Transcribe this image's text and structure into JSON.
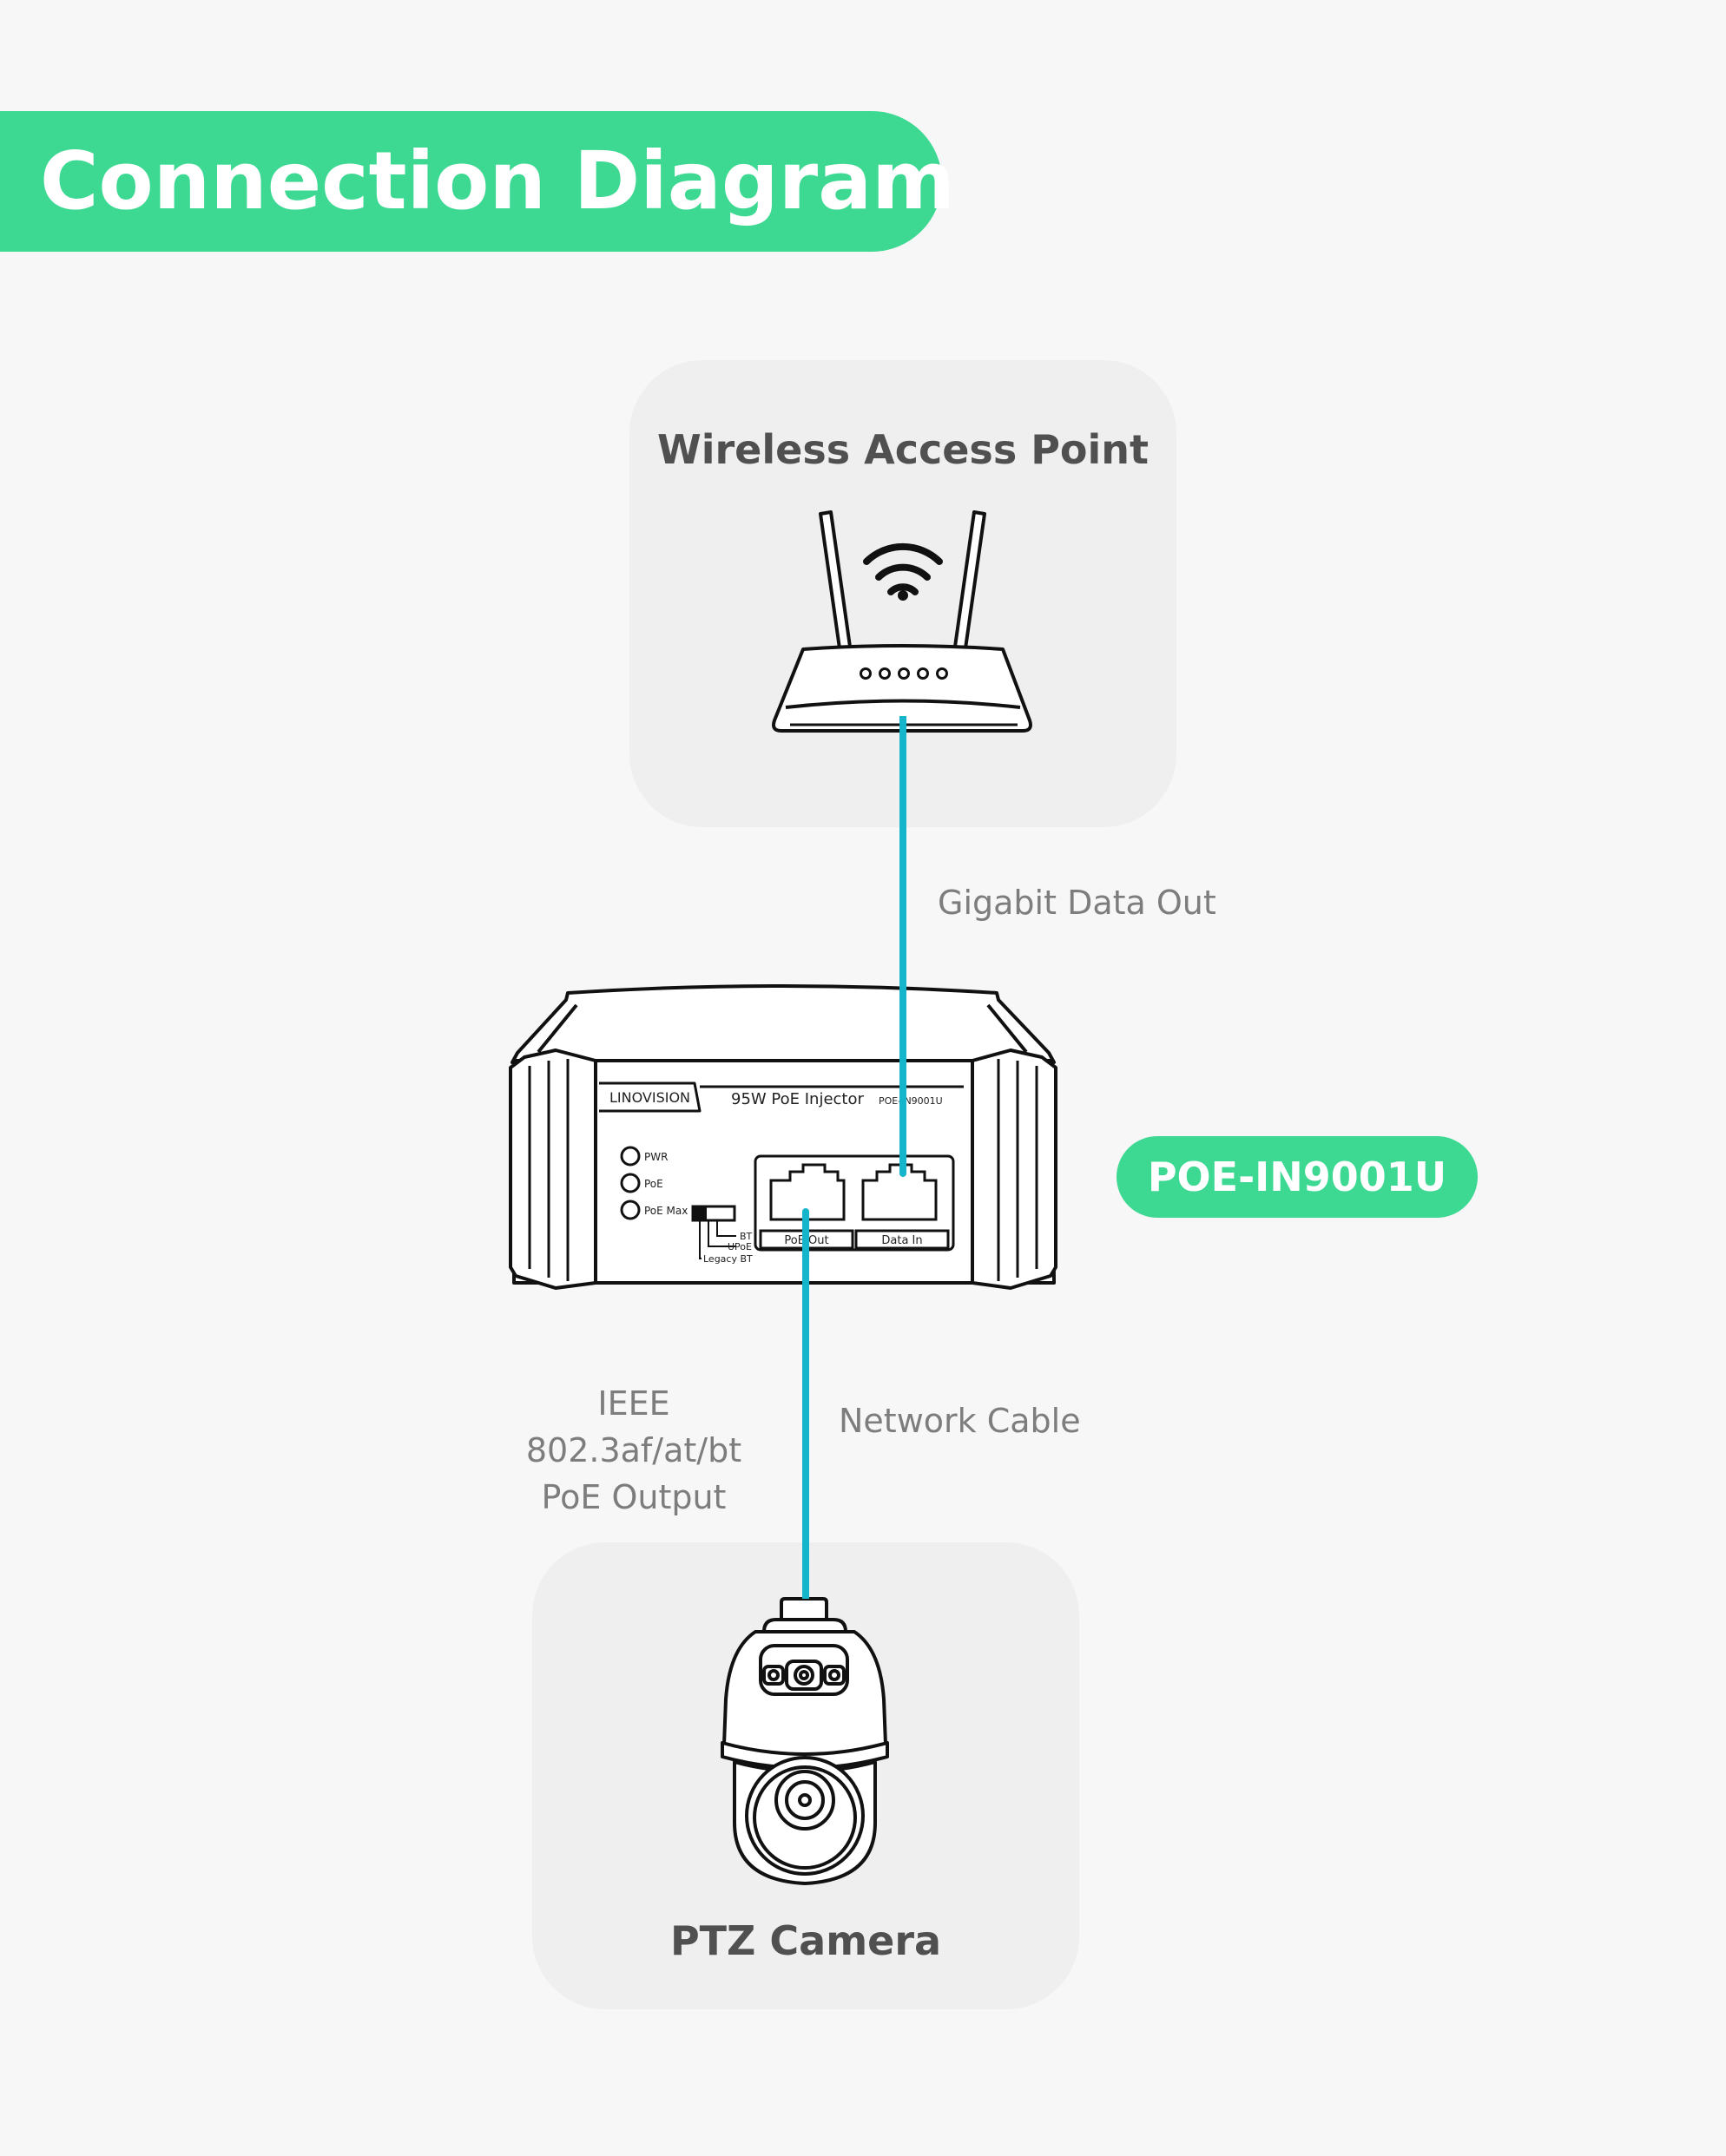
{
  "header": {
    "title": "Connection Diagram"
  },
  "access_point": {
    "title": "Wireless Access Point"
  },
  "camera": {
    "title": "PTZ Camera"
  },
  "labels": {
    "gigabit_data_out": "Gigabit Data Out",
    "network_cable": "Network Cable",
    "ieee_line1": "IEEE 802.3af/at/bt",
    "ieee_line2": "PoE Output"
  },
  "injector": {
    "model_badge": "POE-IN9001U",
    "brand": "LINOVISION",
    "product": "95W PoE Injector",
    "model_small": "POE-IN9001U",
    "led_pwr": "PWR",
    "led_poe": "PoE",
    "led_poe_max": "PoE Max",
    "switch_bt": "BT",
    "switch_upoe": "UPoE",
    "switch_legacy": "Legacy BT",
    "port_poe_out": "PoE Out",
    "port_data_in": "Data In"
  },
  "colors": {
    "accent_green": "#3dd992",
    "cable_blue": "#16b5cc",
    "card_bg": "#efefef",
    "page_bg": "#f7f7f7"
  },
  "icons": [
    "router-icon",
    "wifi-icon",
    "poe-injector-icon",
    "ptz-camera-icon"
  ]
}
